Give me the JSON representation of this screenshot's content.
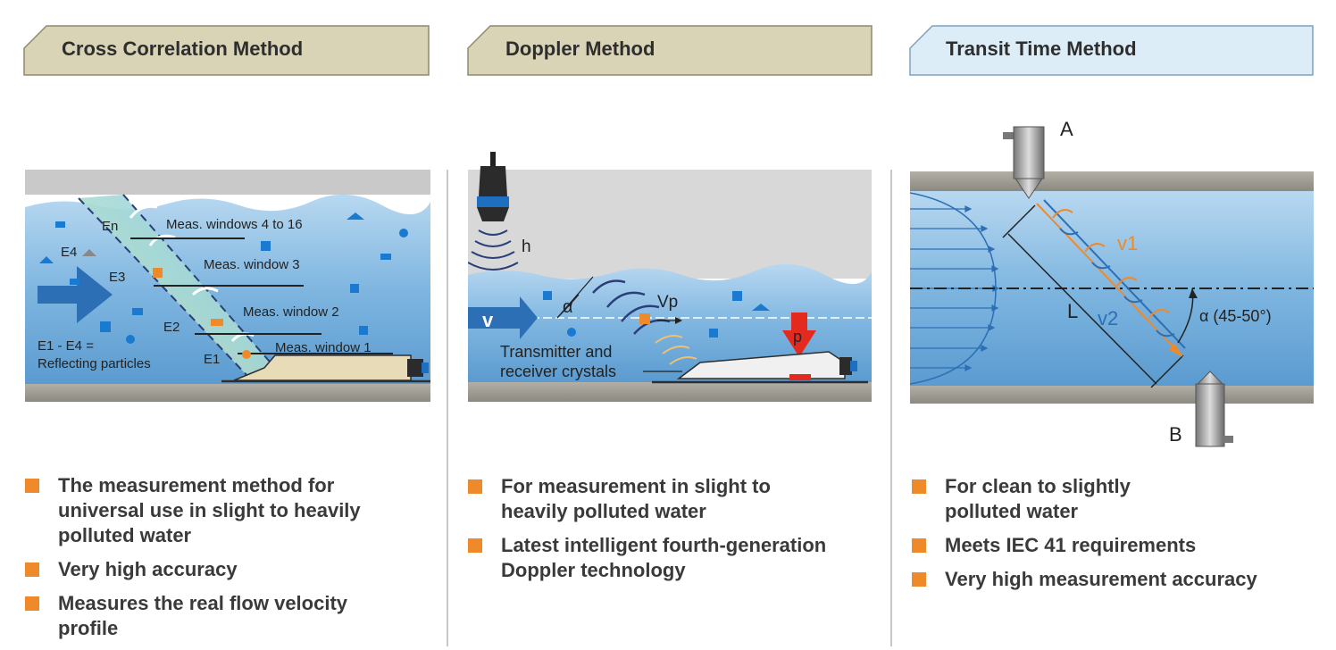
{
  "colors": {
    "tab_khaki": "#d9d4b6",
    "tab_blue": "#dcedf8",
    "bullet_orange": "#ee8a2a",
    "water_blue": "#6aa9d8",
    "arrow_blue": "#2d6fb5",
    "concrete_gray": "#9a978f",
    "highlight_red": "#e42a1f"
  },
  "columns": [
    {
      "title": "Cross Correlation Method",
      "diagram": {
        "labels": {
          "en": "En",
          "e1": "E1",
          "e2": "E2",
          "e3": "E3",
          "e4": "E4",
          "win_4_16": "Meas. windows 4 to 16",
          "win_3": "Meas. window 3",
          "win_2": "Meas. window 2",
          "win_1": "Meas. window 1",
          "legend_line1": "E1 - E4 =",
          "legend_line2": "Reflecting particles"
        }
      },
      "bullets": [
        [
          "The measurement method for",
          "universal use in slight to heavily",
          "polluted water"
        ],
        [
          "Very high accuracy"
        ],
        [
          "Measures the real flow velocity",
          "profile"
        ]
      ]
    },
    {
      "title": "Doppler Method",
      "diagram": {
        "labels": {
          "h": "h",
          "alpha": "α",
          "v": "v",
          "vp": "Vp",
          "p": "p",
          "crystals_line1": "Transmitter and",
          "crystals_line2": "receiver crystals"
        }
      },
      "bullets": [
        [
          "For measurement in slight to",
          "heavily polluted water"
        ],
        [
          "Latest intelligent fourth-generation",
          "Doppler technology"
        ]
      ]
    },
    {
      "title": "Transit Time Method",
      "diagram": {
        "labels": {
          "a": "A",
          "b": "B",
          "l": "L",
          "v1": "v1",
          "v2": "v2",
          "angle": "α (45-50°)"
        }
      },
      "bullets": [
        [
          "For clean to slightly",
          "polluted water"
        ],
        [
          "Meets IEC 41 requirements"
        ],
        [
          "Very high measurement accuracy"
        ]
      ]
    }
  ]
}
